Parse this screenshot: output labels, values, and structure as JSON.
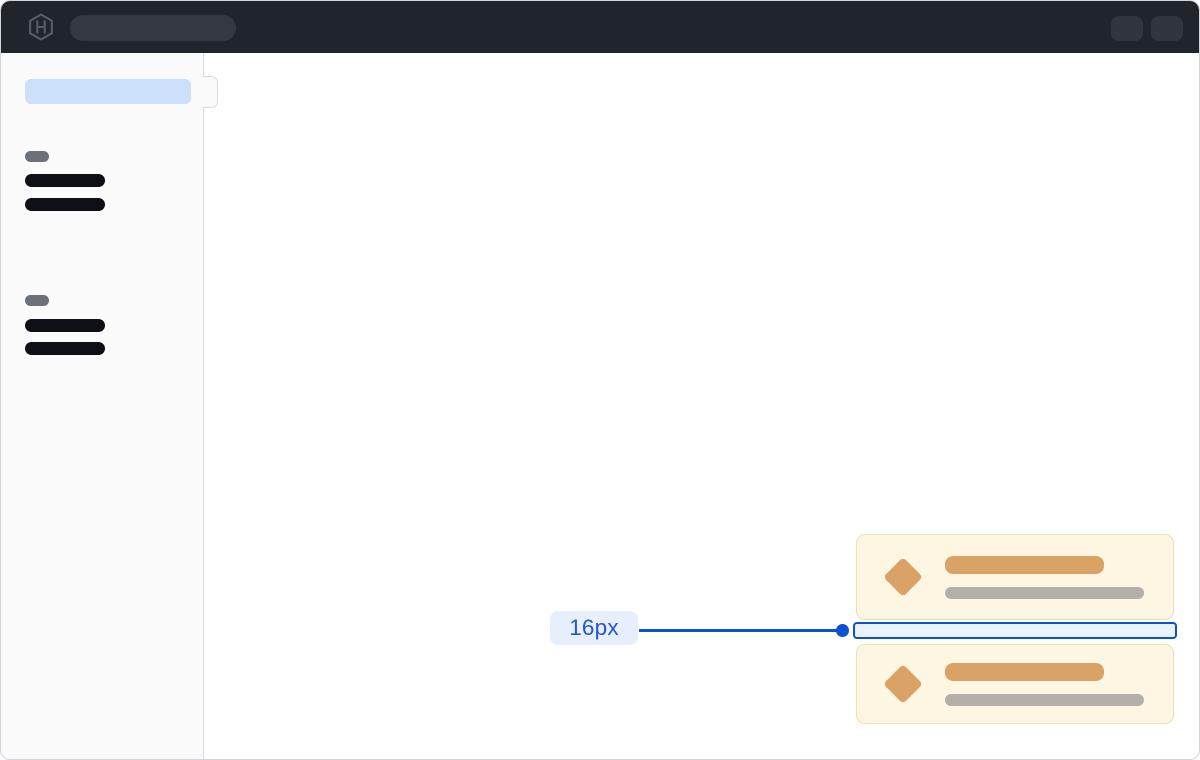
{
  "colors": {
    "page_bg": "#ffffff",
    "window_border": "#d2d4da",
    "header_bg": "#20242b",
    "header_pill_bg": "#343841",
    "header_button_bg": "#31353d",
    "logo_stroke": "#575c66",
    "sidebar_bg": "#fafafa",
    "sidebar_border": "#d9dbe0",
    "active_item_bg": "#cce0fb",
    "heading_pill": "#6b7079",
    "nav_bar": "#0e1015",
    "card_bg": "#fdf6e2",
    "card_border": "#f3deac",
    "card_accent": "#dba266",
    "card_muted": "#b3b0aa",
    "measure_blue": "#0c50d4",
    "measure_fill": "#eaf2fd",
    "label_bg": "#e7eefc",
    "label_text": "#2456d2"
  },
  "header": {
    "logo_icon": "hashicorp-logo",
    "search_pill": "search-placeholder",
    "action_placeholders": [
      "header-action-placeholder",
      "header-action-placeholder"
    ]
  },
  "sidebar": {
    "active_item": "active-nav-placeholder",
    "toggle_tab": "sidebar-toggle-tab",
    "groups": [
      {
        "heading": "heading-pill-placeholder",
        "items": [
          "nav-item-placeholder",
          "nav-item-placeholder"
        ]
      },
      {
        "heading": "heading-pill-placeholder",
        "items": [
          "nav-item-placeholder",
          "nav-item-placeholder"
        ]
      }
    ]
  },
  "toasts": {
    "cards": [
      {
        "icon": "diamond-icon",
        "title_bar": "title-placeholder",
        "subtitle_bar": "text-placeholder"
      },
      {
        "icon": "diamond-icon",
        "title_bar": "title-placeholder",
        "subtitle_bar": "text-placeholder"
      }
    ],
    "spacing": {
      "label": "16px"
    }
  }
}
